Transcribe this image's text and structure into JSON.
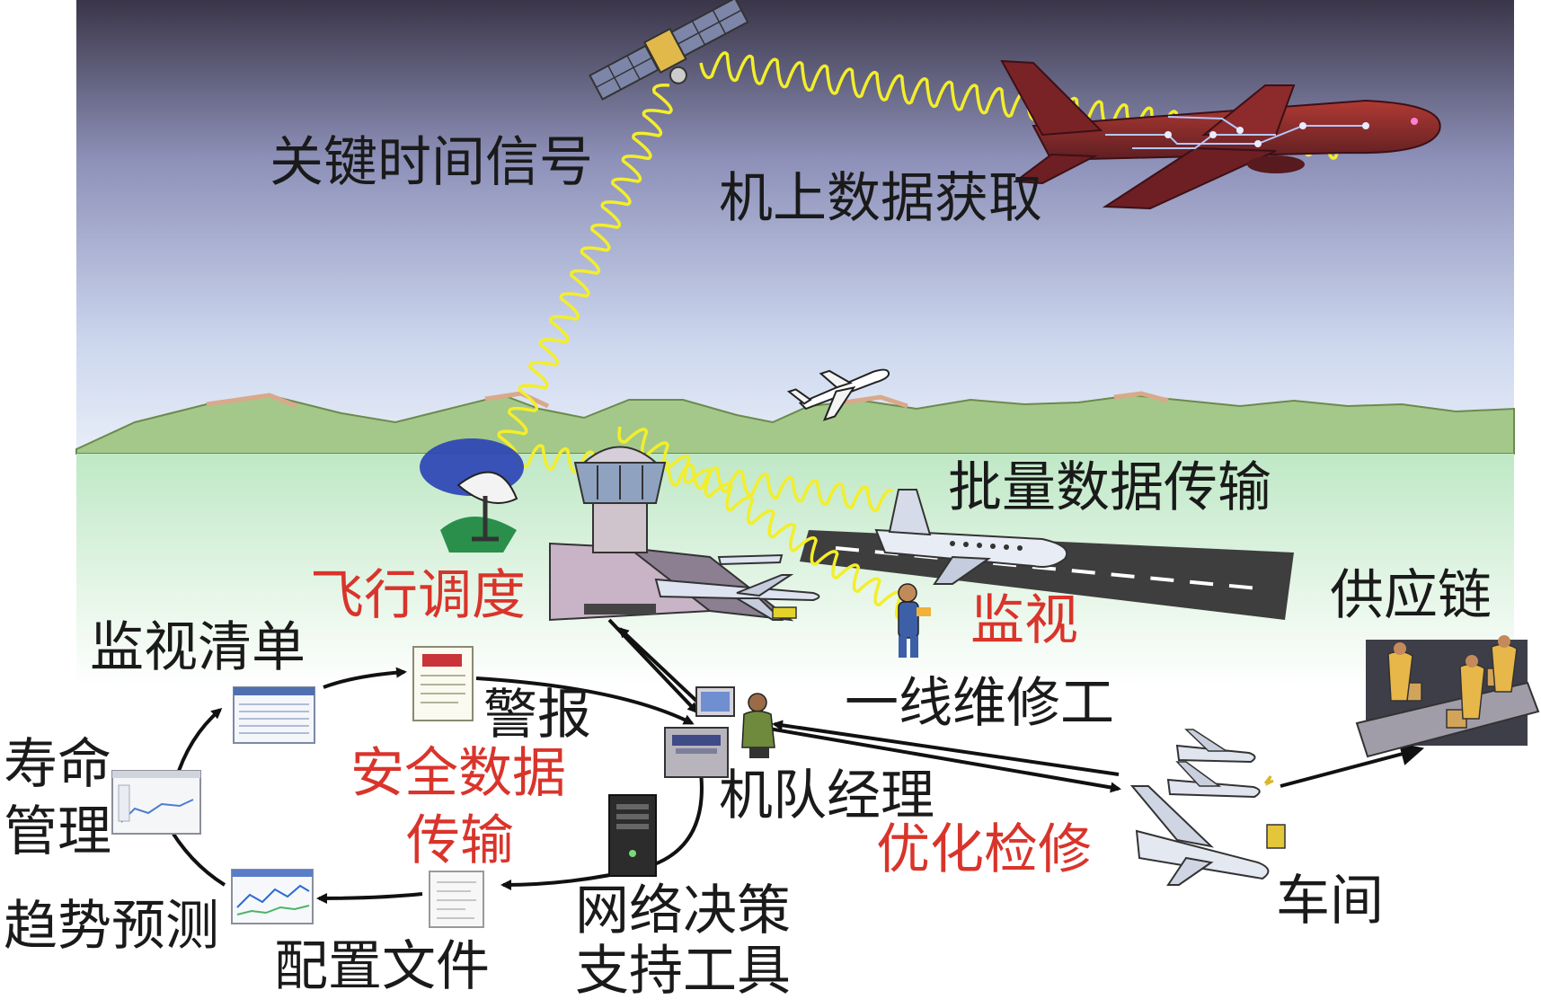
{
  "labels": {
    "key_time_signal": "关键时间信号",
    "onboard_data_acquisition": "机上数据获取",
    "batch_data_transfer": "批量数据传输",
    "flight_dispatch": "飞行调度",
    "monitoring": "监视",
    "supply_chain": "供应链",
    "monitoring_list": "监视清单",
    "alarm": "警报",
    "safety_data_transfer_line1": "安全数据",
    "safety_data_transfer_line2": "传输",
    "frontline_mechanic": "一线维修工",
    "life_management_line1": "寿命",
    "life_management_line2": "管理",
    "fleet_manager": "机队经理",
    "optimized_maintenance": "优化检修",
    "trend_prediction": "趋势预测",
    "network_decision_support_line1": "网络决策",
    "network_decision_support_line2": "支持工具",
    "workshop": "车间",
    "config_file": "配置文件"
  },
  "colors": {
    "sky_top": "#3a3548",
    "sky_bottom": "#e4ecf7",
    "ground": "#c9eccf",
    "signal": "#f3ee2a",
    "label_black": "#1a1a1a",
    "label_red": "#d9342b",
    "airliner_body": "#8c2a2a"
  },
  "icons": [
    "satellite-icon",
    "airliner-icon",
    "ground-antenna-icon",
    "control-tower-icon",
    "small-plane-icon",
    "technician-icon",
    "workstation-icon",
    "server-icon",
    "supply-chain-workers-icon",
    "hangar-planes-icon"
  ]
}
